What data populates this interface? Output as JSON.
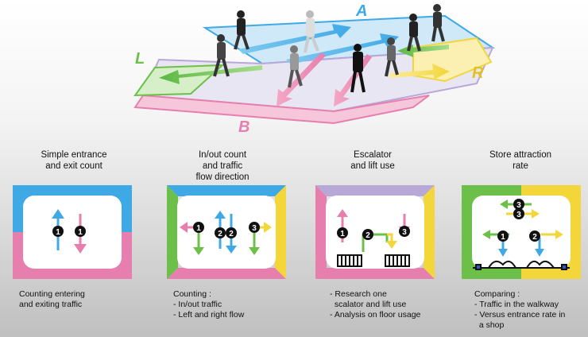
{
  "hero": {
    "labels": {
      "a": "A",
      "b": "B",
      "l": "L",
      "r": "R"
    }
  },
  "panels": [
    {
      "title_line1": "Simple entrance",
      "title_line2": "and exit count",
      "title_line3": "",
      "desc_lines": [
        "Counting entering",
        "and exiting traffic"
      ],
      "markers": [
        "1",
        "1"
      ]
    },
    {
      "title_line1": "In/out count",
      "title_line2": "and traffic",
      "title_line3": "flow direction",
      "desc_lines": [
        "Counting :",
        "- In/out traffic",
        "- Left and right flow"
      ],
      "markers": [
        "1",
        "2",
        "2",
        "3"
      ]
    },
    {
      "title_line1": "Escalator",
      "title_line2": "and lift use",
      "title_line3": "",
      "desc_lines": [
        "- Research one",
        "  scalator and lift use",
        "- Analysis on floor usage"
      ],
      "markers": [
        "1",
        "2",
        "3"
      ]
    },
    {
      "title_line1": "Store attraction",
      "title_line2": "rate",
      "title_line3": "",
      "desc_lines": [
        "Comparing :",
        "- Traffic in the walkway",
        "- Versus entrance rate in",
        "  a shop"
      ],
      "markers": [
        "3",
        "3",
        "1",
        "2"
      ]
    }
  ],
  "colors": {
    "blue": "#3fa9e6",
    "pink": "#e77fae",
    "green": "#6cc04a",
    "yellow": "#f2d63a",
    "purple": "#7a5fb5"
  }
}
